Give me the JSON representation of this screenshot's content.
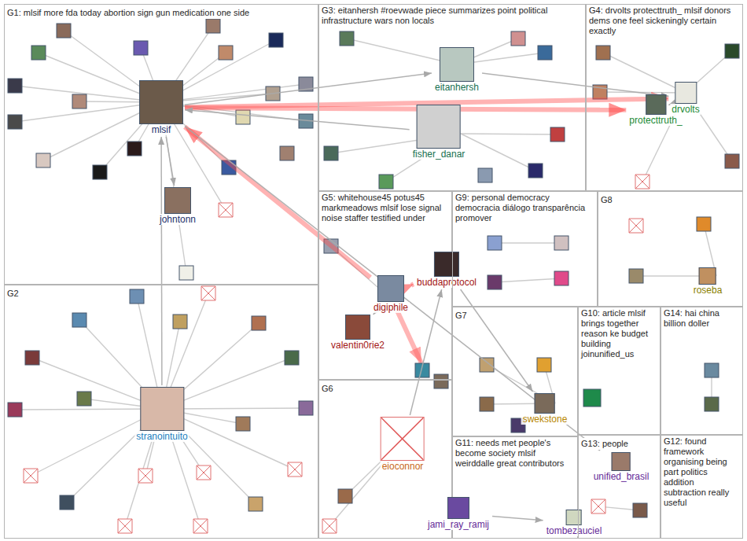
{
  "diagram": {
    "nodes": [
      {
        "text": [
          "G1: mlsif more fda today abortion sign gun medication one side"
        ]
      },
      {
        "text": [
          "mlsif"
        ],
        "in": 0
      },
      {
        "text": [
          "johntonn"
        ],
        "in": 0
      },
      {
        "text": [
          "G2"
        ]
      },
      {
        "text": [
          "stranointuito"
        ],
        "in": 3
      },
      {
        "text": [
          "G3: eitanhersh #roevwade piece summarizes point political infrastructure wars non locals"
        ]
      },
      {
        "text": [
          "eitanhersh"
        ],
        "in": 5
      },
      {
        "text": [
          "fisher_danar"
        ],
        "in": 5
      },
      {
        "text": [
          "G4: drvolts protecttruth_ mlsif donors dems one feel sickeningly certain exactly"
        ]
      },
      {
        "text": [
          "drvolts"
        ],
        "in": 8
      },
      {
        "text": [
          "protecttruth_"
        ],
        "in": 8
      },
      {
        "text": [
          "G5: whitehouse45 potus45 markmeadows mlsif lose signal noise staffer testified under"
        ]
      },
      {
        "text": [
          "buddaprotocol"
        ],
        "in": 11
      },
      {
        "text": [
          "digiphile"
        ],
        "in": 11
      },
      {
        "text": [
          "valentin0rie2"
        ],
        "in": 11
      },
      {
        "text": [
          "G9: personal democracy democracia diálogo transparência promover"
        ]
      },
      {
        "text": [
          "G8"
        ]
      },
      {
        "text": [
          "roseba"
        ],
        "in": 16
      },
      {
        "text": [
          "G7"
        ]
      },
      {
        "text": [
          "swekstone"
        ],
        "in": 18
      },
      {
        "text": [
          "G10: article mlsif brings together reason ke budget building joinunified_us"
        ]
      },
      {
        "text": [
          "G14: hai china billion doller"
        ]
      },
      {
        "text": [
          "G6"
        ]
      },
      {
        "text": [
          "eioconnor"
        ],
        "in": 22
      },
      {
        "text": [
          "G11: needs met people's become society mlsif weirddalle great contributors"
        ]
      },
      {
        "text": [
          "jami_ray_ramij"
        ],
        "in": 24
      },
      {
        "text": [
          "tombezauciel"
        ],
        "in": 24
      },
      {
        "text": [
          "G13: people"
        ]
      },
      {
        "text": [
          "unified_brasil"
        ],
        "in": 27
      },
      {
        "text": [
          "G12: found framework organising being part politics addition subtraction really useful"
        ]
      }
    ],
    "edges": [
      {
        "from": 1,
        "to": 9,
        "arrow": "to"
      },
      {
        "from": 13,
        "to": 1,
        "arrow": "to"
      },
      {
        "from": 1,
        "to": 10,
        "arrow": "to"
      },
      {
        "from": 7,
        "to": 1,
        "arrow": "to"
      },
      {
        "from": 1,
        "to": 6,
        "arrow": "to"
      },
      {
        "from": 4,
        "to": 1,
        "arrow": "to"
      },
      {
        "from": 1,
        "to": 2,
        "arrow": "to"
      },
      {
        "from": 6,
        "to": 9,
        "arrow": "to"
      },
      {
        "from": 9,
        "to": 10,
        "arrow": "both"
      },
      {
        "from": 14,
        "to": 13,
        "arrow": "to"
      },
      {
        "from": 13,
        "to": 12,
        "arrow": "to"
      },
      {
        "from": 12,
        "to": 19,
        "arrow": "to"
      },
      {
        "from": 23,
        "to": 12,
        "arrow": "to"
      },
      {
        "from": 25,
        "to": 26,
        "arrow": "to"
      },
      {
        "from": 1,
        "to": 28,
        "arrow": "to"
      }
    ]
  }
}
